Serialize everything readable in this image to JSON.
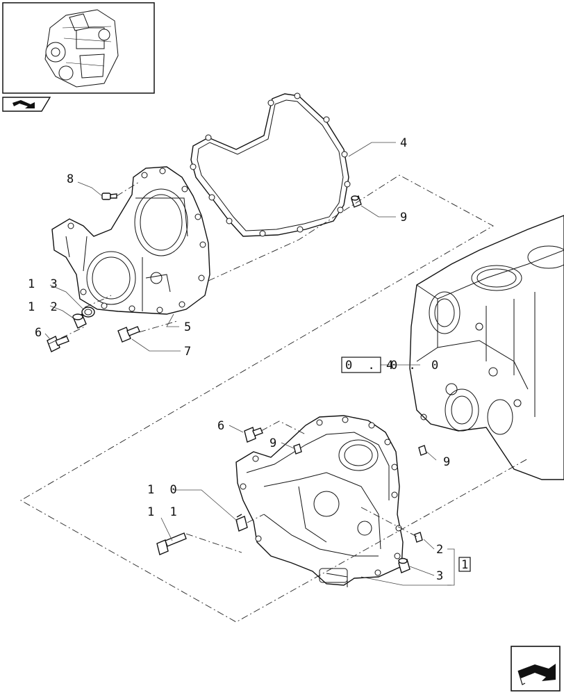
{
  "callouts": {
    "c1": "1",
    "c2": "2",
    "c3": "3",
    "c4": "4",
    "c5": "5",
    "c6a": "6",
    "c6b": "6",
    "c7": "7",
    "c8": "8",
    "c9a": "9",
    "c9b": "9",
    "c9c": "9",
    "c10": "1 0",
    "c11": "1 1",
    "c12": "1 2",
    "c13": "1 3"
  },
  "reference": {
    "box_text": "0 . 0",
    "tail_text": "4 . 0"
  },
  "icons": {
    "thumbnail": "engine-thumbnail",
    "nav_small": "back-arrow-icon",
    "nav_large": "next-page-arrow-icon"
  }
}
